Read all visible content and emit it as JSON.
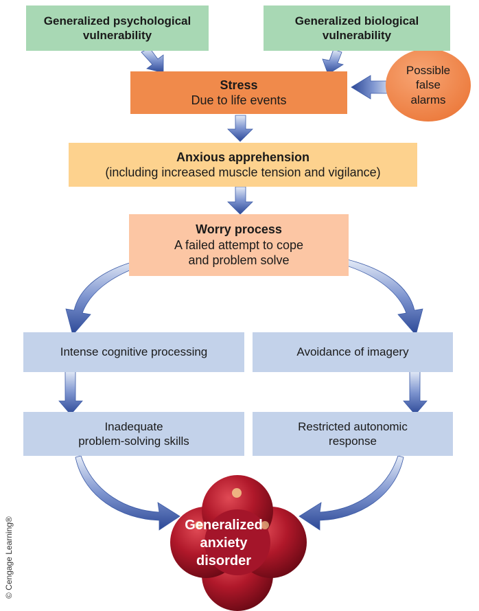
{
  "nodes": {
    "psych_vuln": {
      "lines": [
        "Generalized psychological",
        "vulnerability"
      ]
    },
    "bio_vuln": {
      "lines": [
        "Generalized biological",
        "vulnerability"
      ]
    },
    "stress": {
      "title": "Stress",
      "text": "Due to life events"
    },
    "false_alarms": {
      "lines": [
        "Possible",
        "false",
        "alarms"
      ]
    },
    "anxious": {
      "title": "Anxious apprehension",
      "text": "(including increased muscle tension and vigilance)"
    },
    "worry": {
      "title": "Worry process",
      "lines": [
        "A failed attempt to cope",
        "and problem solve"
      ]
    },
    "cognitive": {
      "text": "Intense cognitive processing"
    },
    "avoidance": {
      "text": "Avoidance of imagery"
    },
    "inadequate": {
      "lines": [
        "Inadequate",
        "problem-solving skills"
      ]
    },
    "restricted": {
      "lines": [
        "Restricted autonomic",
        "response"
      ]
    },
    "gad": {
      "lines": [
        "Generalized",
        "anxiety",
        "disorder"
      ]
    }
  },
  "credit": "© Cengage Learning®",
  "colors": {
    "green": "#a8d8b4",
    "orange": "#f08a4b",
    "yellow": "#fdd28e",
    "peach": "#fcc6a4",
    "blue": "#c3d2ea",
    "arrow": "#3b5aa6",
    "gad": "#b0182a"
  }
}
